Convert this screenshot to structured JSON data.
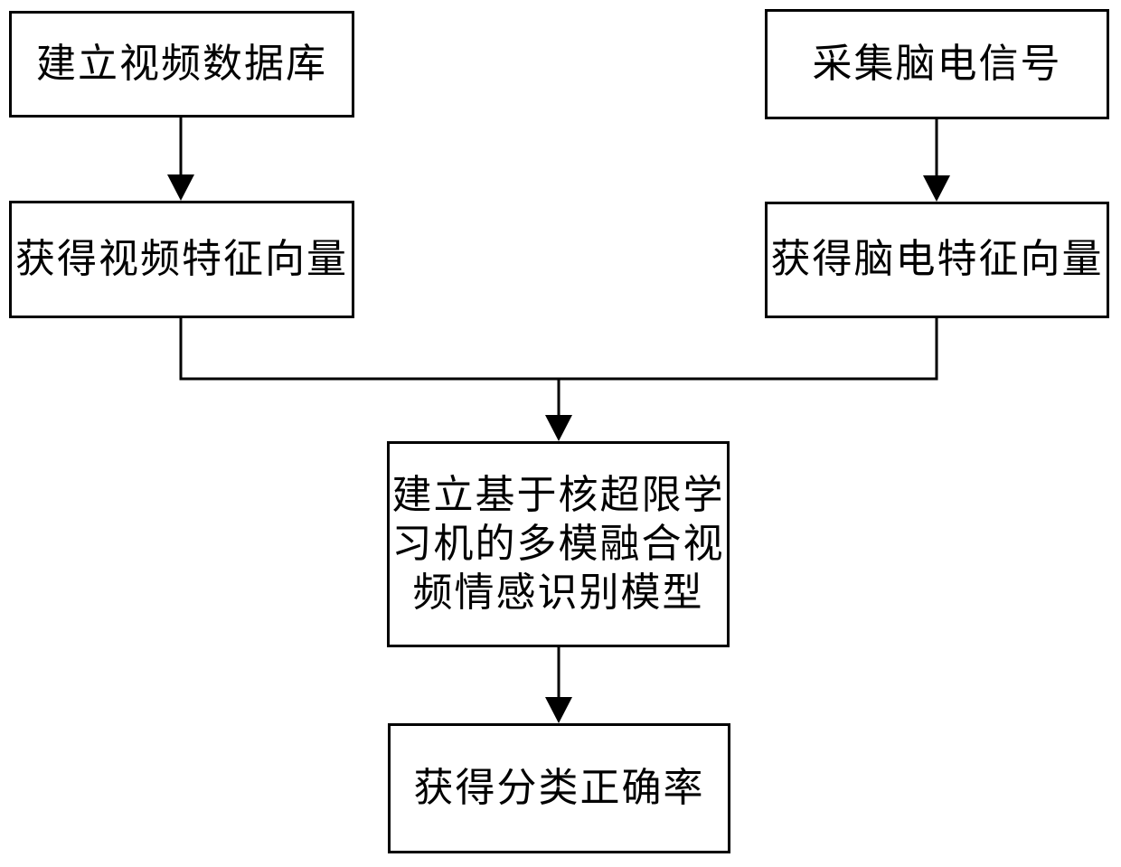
{
  "diagram": {
    "type": "flowchart",
    "colors": {
      "line": "#000000",
      "box_border": "#000000",
      "box_background": "#ffffff",
      "text": "#000000"
    },
    "nodes": {
      "video_db": {
        "label": "建立视频数据库"
      },
      "eeg_collect": {
        "label": "采集脑电信号"
      },
      "video_feature": {
        "label": "获得视频特征向量"
      },
      "eeg_feature": {
        "label": "获得脑电特征向量"
      },
      "model": {
        "label": "建立基于核超限学习机的多模融合视频情感识别模型",
        "lines": [
          "建立基于核超限学",
          "习机的多模融合视",
          "频情感识别模型"
        ]
      },
      "accuracy": {
        "label": "获得分类正确率"
      }
    },
    "edges": [
      {
        "from": "video_db",
        "to": "video_feature"
      },
      {
        "from": "eeg_collect",
        "to": "eeg_feature"
      },
      {
        "from": "video_feature",
        "to": "model"
      },
      {
        "from": "eeg_feature",
        "to": "model"
      },
      {
        "from": "model",
        "to": "accuracy"
      }
    ]
  }
}
